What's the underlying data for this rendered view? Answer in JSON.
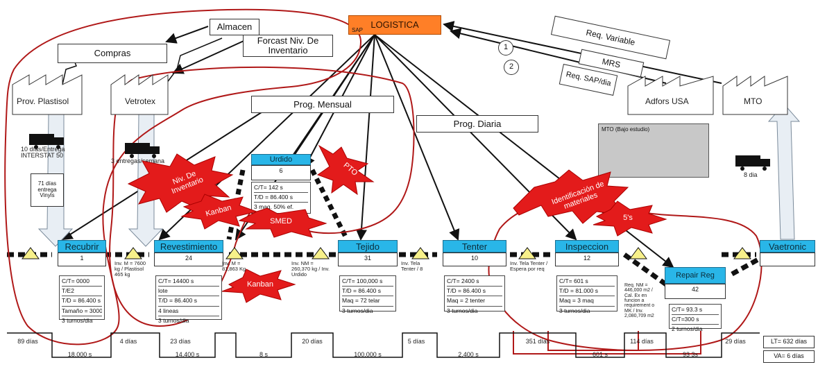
{
  "nodes": {
    "logistica": {
      "title": "LOGISTICA",
      "sub": "SAP"
    },
    "almacen": "Almacen",
    "compras": "Compras",
    "forcast": "Forcast Niv. De Inventario",
    "prov_plastisol": "Prov. Plastisol",
    "vetrotex": "Vetrotex",
    "prog_mensual": "Prog. Mensual",
    "prog_diaria": "Prog. Diaria",
    "adfors_usa": "Adfors USA",
    "mto": "MTO",
    "req_variable": "Req. Variable",
    "mrs": "MRS",
    "req_sap": "Req. SAP/dia",
    "circle1": "1",
    "circle2": "2",
    "mto_note": "MTO (Bajo estudio)"
  },
  "supply_notes": {
    "plastisol": "10 días/Entrega INTERSTAT 50",
    "vetrotex": "3 entregas/semana",
    "small_box": "71 días entrega Vinyls",
    "eight_days": "8 dia"
  },
  "processes": [
    {
      "name": "Recubrir",
      "ops": "1",
      "data": [
        "C/T= 0000",
        "T/E2",
        "T/D = 86.400 s",
        "Tamaño = 3000",
        "3 turnos/dia"
      ]
    },
    {
      "name": "Revestimiento",
      "ops": "24",
      "data": [
        "C/T= 14400 s",
        "lote",
        "T/D = 86.400 s",
        "4 lineas",
        "3 turnos/dia"
      ]
    },
    {
      "name": "Tejido",
      "ops": "31",
      "data": [
        "C/T= 100,000 s",
        "T/D = 86.400 s",
        "Maq = 72 telar",
        "3 turnos/dia"
      ]
    },
    {
      "name": "Tenter",
      "ops": "10",
      "data": [
        "C/T= 2400 s",
        "T/D = 86.400 s",
        "Maq = 2 tenter",
        "3 turnos/dia"
      ]
    },
    {
      "name": "Inspeccion",
      "ops": "12",
      "data": [
        "C/T= 601 s",
        "T/D = 81.000 s",
        "Maq = 3 maq",
        "3 turnos/dia"
      ]
    },
    {
      "name": "Vaetronic",
      "ops": "",
      "data": []
    }
  ],
  "small_process": {
    "name": "Urdido",
    "ops": "6",
    "data": [
      "C/T= 142 s",
      "T/D = 86.400 s",
      "3 maq. 50% ef."
    ]
  },
  "repair": {
    "name": "Repair Reg",
    "ops": "42",
    "data": [
      "C/T= 93.3 s",
      "C/T=300 s",
      "2 turnos/dia"
    ]
  },
  "inventory": [
    {
      "text": "Inv. M = 7600 kg / Plastisol 465 kg"
    },
    {
      "text": "Inv. M = 81,863 Kg"
    },
    {
      "text": "Inv. NM = 260,370 kg / Inv. Urdido"
    },
    {
      "text": "Inv. Tela Tenter / 8"
    },
    {
      "text": "Inv. Tela Tenter / Espera por req"
    },
    {
      "text": "Req. NM = 446,000 m2 / Cal. Ex en funcion a requirement o MK / Inv. 2,080,709 m2"
    }
  ],
  "bursts": {
    "niv_inventario": "Niv. De Inventario",
    "kanban1": "Kanban",
    "smed": "SMED",
    "pto": "PTO",
    "kanban2": "Kanban",
    "identificacion": "Identificación de materiales",
    "five_s": "5's"
  },
  "timeline": {
    "top": [
      "89 días",
      "4 días",
      "23 días",
      "20 días",
      "5 días",
      "351 días",
      "114 días",
      "29 días"
    ],
    "bottom": [
      "18,000 s",
      "14,400 s",
      "8 s",
      "100,000 s",
      "2,400 s",
      "601 s",
      "93 3s"
    ],
    "lt": "LT= 632 días",
    "va": "VA= 6 días"
  },
  "colors": {
    "accent": "#ff7f27",
    "process": "#29b6e8",
    "burst": "#e31b1b",
    "loop": "#b01818"
  }
}
